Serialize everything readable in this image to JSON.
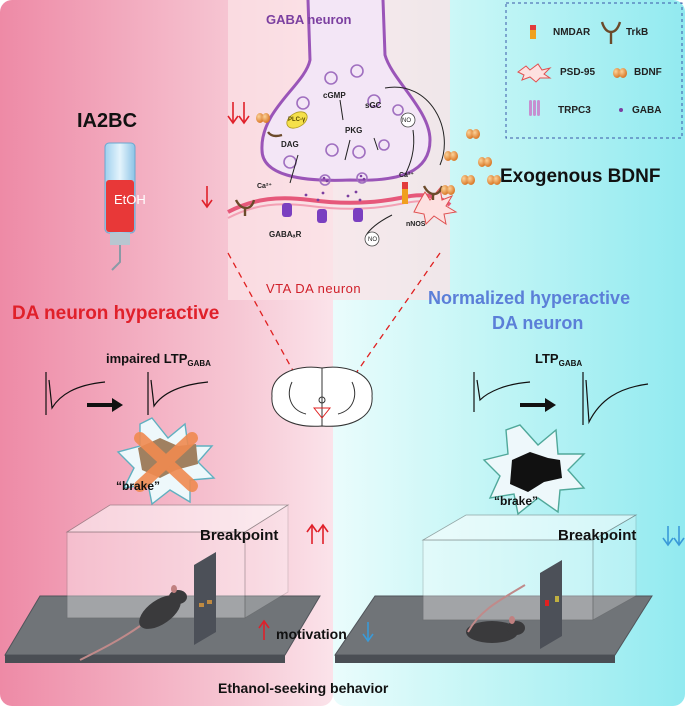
{
  "colors": {
    "left_bg": "#f2a0b8",
    "right_bg": "#a8eef2",
    "red_text": "#e0202a",
    "blue_text": "#5b7fd8",
    "gaba_purple": "#7b3fa0",
    "bdnf_orange": "#e8883a"
  },
  "top": {
    "gaba_neuron": "GABA neuron",
    "vta_da_neuron": "VTA DA neuron",
    "exogenous_bdnf": "Exogenous BDNF"
  },
  "left": {
    "model": "IA2BC",
    "bottle_label": "EtOH",
    "state": "DA neuron hyperactive",
    "ltp_prefix": "impaired LTP",
    "ltp_sub": "GABA",
    "brake": "“brake”",
    "breakpoint": "Breakpoint"
  },
  "right": {
    "state_line1": "Normalized  hyperactive",
    "state_line2": "DA neuron",
    "ltp_prefix": "LTP",
    "ltp_sub": "GABA",
    "brake": "“brake”",
    "breakpoint": "Breakpoint"
  },
  "synapse_labels": {
    "cgmp": "cGMP",
    "sgc": "sGC",
    "pkg": "PKG",
    "dag": "DAG",
    "plc": "PLC-γ",
    "ca_left": "Ca²⁺",
    "ca_right": "Ca²⁺",
    "no_top": "NO",
    "no_bottom": "NO",
    "nnos": "nNOS",
    "gabaar": "GABAₐR"
  },
  "legend": {
    "nmdar": "NMDAR",
    "trkb": "TrkB",
    "psd95": "PSD-95",
    "bdnf": "BDNF",
    "trpc3": "TRPC3",
    "gaba": "GABA"
  },
  "bottom": {
    "motivation": "motivation",
    "ethanol_seeking": "Ethanol-seeking behavior"
  },
  "icons": [
    "etoh-bottle-icon",
    "brain-slice-icon",
    "rat-icon",
    "operant-chamber-icon",
    "brake-icon",
    "cross-icon",
    "up-arrows-icon",
    "down-arrows-icon",
    "ipsc-trace-icon"
  ]
}
